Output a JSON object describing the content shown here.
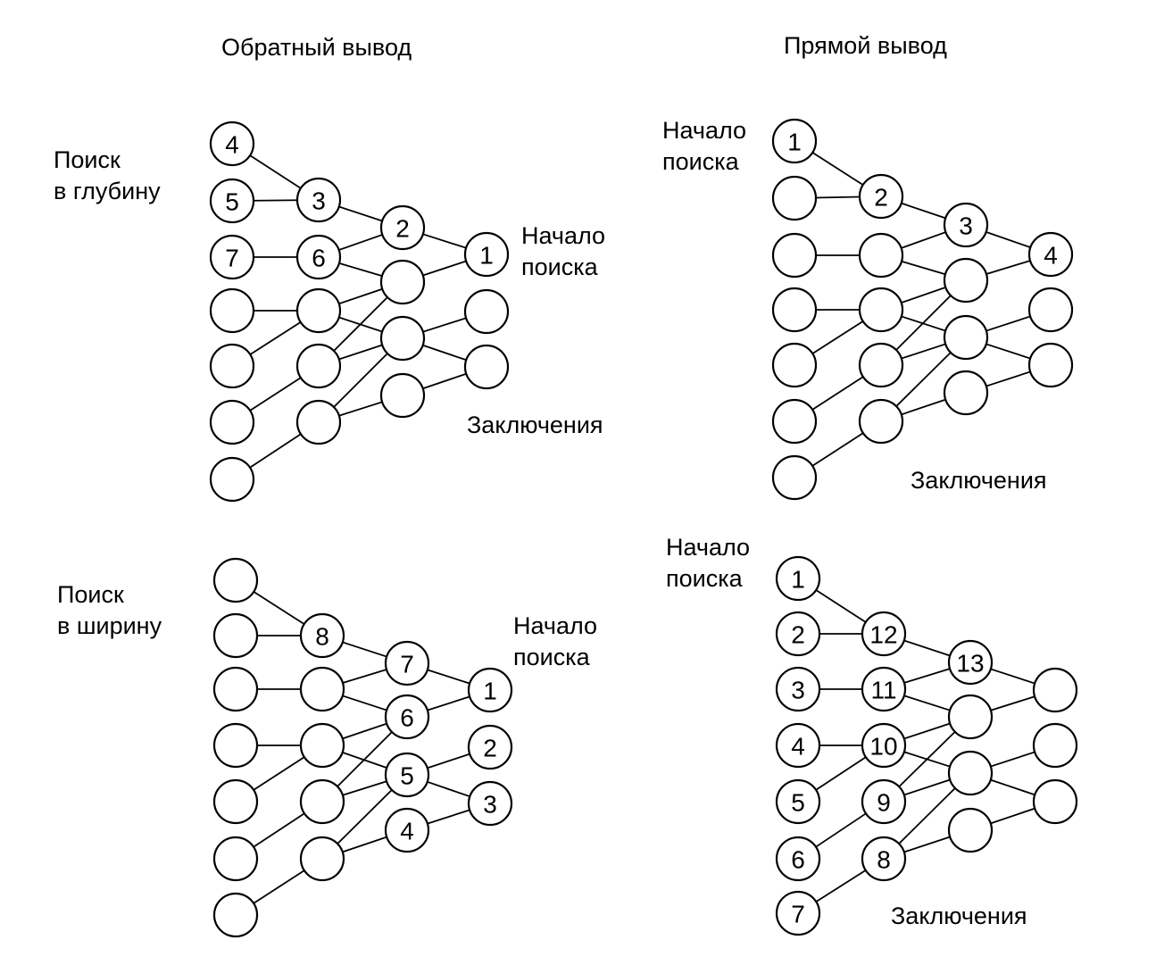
{
  "titles": {
    "backward": "Обратный вывод",
    "forward": "Прямой вывод"
  },
  "panels": [
    {
      "id": "backward-depth",
      "side_labels": [
        {
          "lines": [
            "Поиск",
            "в глубину"
          ]
        },
        {
          "lines": [
            "Начало",
            "поиска"
          ]
        },
        {
          "lines": [
            "Заключения"
          ]
        }
      ],
      "node_labels": [
        "4",
        "5",
        "7",
        "",
        "",
        "",
        "",
        "3",
        "6",
        "",
        "",
        "",
        "2",
        "",
        "",
        "",
        "1",
        "",
        ""
      ]
    },
    {
      "id": "forward-depth",
      "side_labels": [
        {
          "lines": [
            "Начало",
            "поиска"
          ]
        },
        {
          "lines": [
            "Заключения"
          ]
        }
      ],
      "node_labels": [
        "1",
        "",
        "",
        "",
        "",
        "",
        "",
        "2",
        "",
        "",
        "",
        "",
        "3",
        "",
        "",
        "",
        "4",
        "",
        ""
      ]
    },
    {
      "id": "backward-breadth",
      "side_labels": [
        {
          "lines": [
            "Поиск",
            "в ширину"
          ]
        },
        {
          "lines": [
            "Начало",
            "поиска"
          ]
        }
      ],
      "node_labels": [
        "",
        "",
        "",
        "",
        "",
        "",
        "",
        "8",
        "",
        "",
        "",
        "",
        "7",
        "6",
        "5",
        "4",
        "1",
        "2",
        "3"
      ]
    },
    {
      "id": "forward-breadth",
      "side_labels": [
        {
          "lines": [
            "Начало",
            "поиска"
          ]
        },
        {
          "lines": [
            "Заключения"
          ]
        }
      ],
      "node_labels": [
        "1",
        "2",
        "3",
        "4",
        "5",
        "6",
        "7",
        "12",
        "11",
        "10",
        "9",
        "8",
        "13",
        "",
        "",
        "",
        "",
        "",
        ""
      ]
    }
  ]
}
